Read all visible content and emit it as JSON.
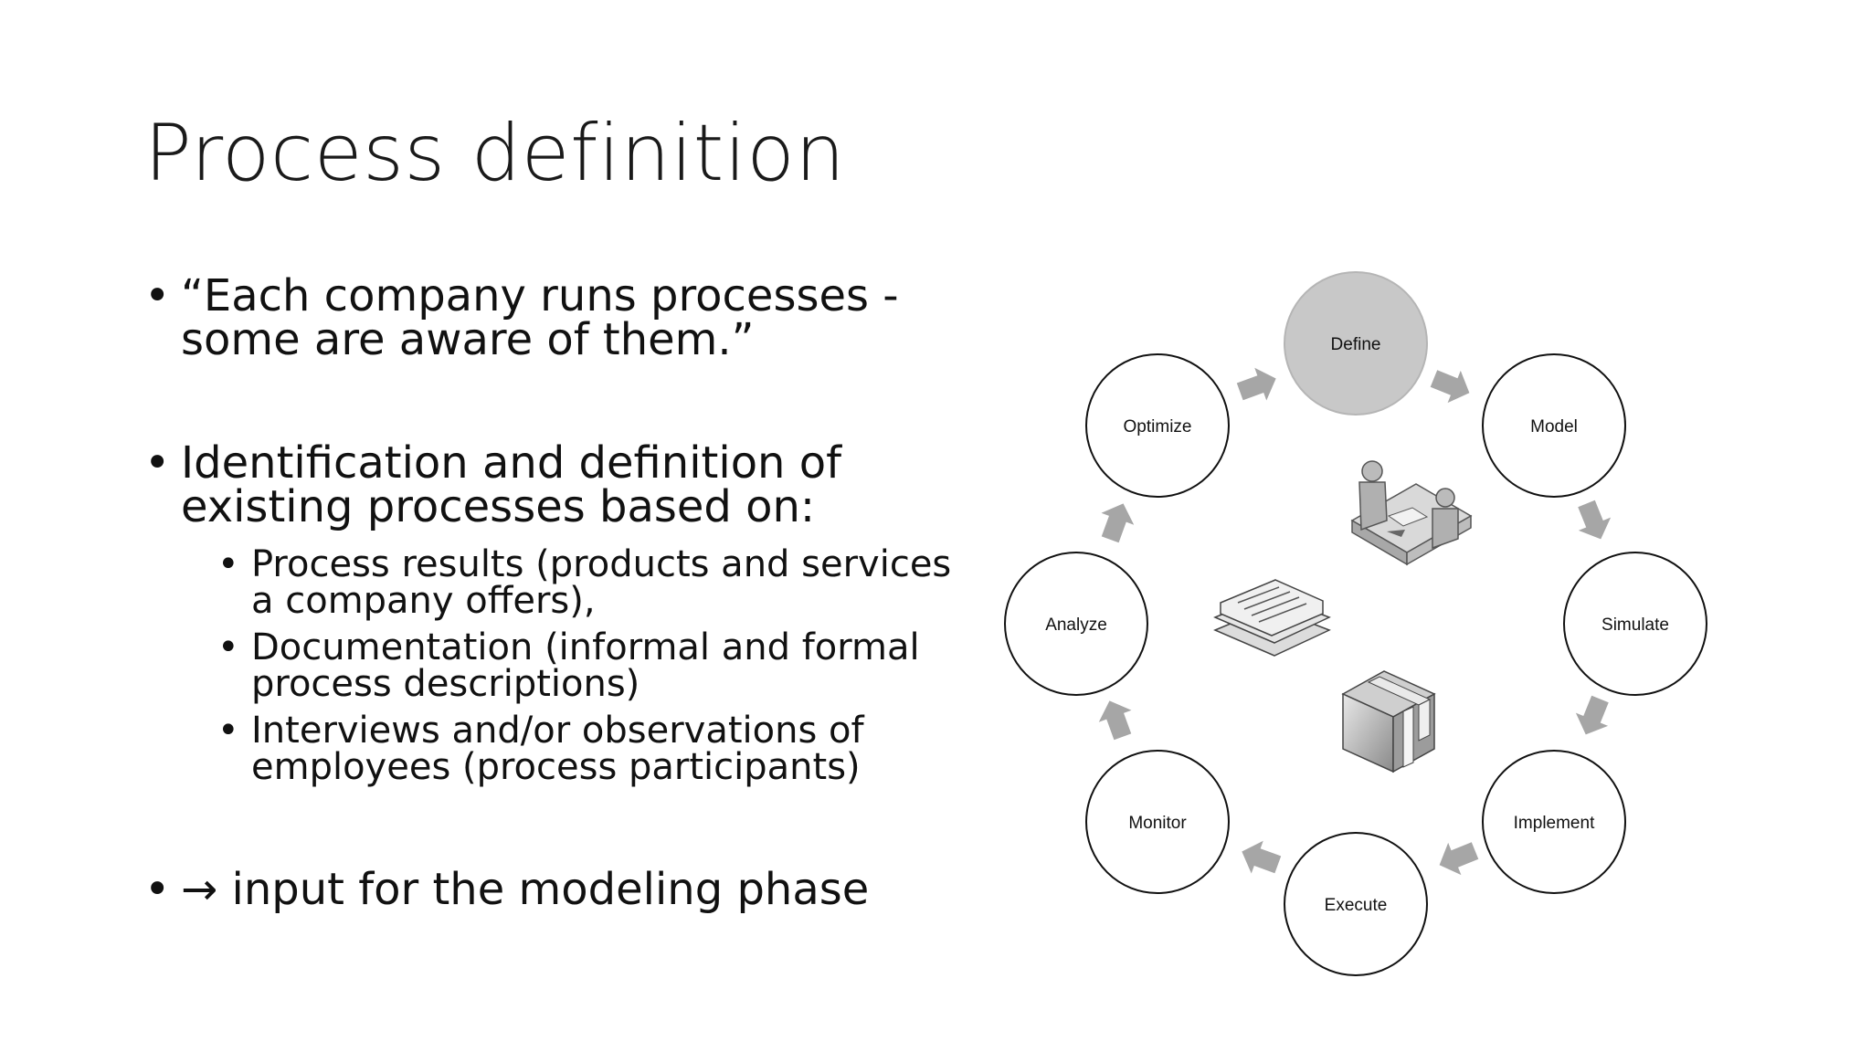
{
  "slide": {
    "title": "Process definition",
    "bullets": [
      {
        "line1": "“Each company runs processes -",
        "line2": "some are aware of them.”"
      },
      {
        "line1": "Identification and definition of",
        "line2": "existing processes based on:"
      },
      {
        "line1": "→ input for the modeling phase"
      }
    ],
    "sub_bullets": [
      {
        "line1": "Process results (products and services",
        "line2": "a company offers),"
      },
      {
        "line1": "Documentation (informal and formal",
        "line2": "process descriptions)"
      },
      {
        "line1": "Interviews and/or observations of",
        "line2": "employees (process participants)"
      }
    ],
    "bullet_char": "•"
  },
  "diagram": {
    "nodes": [
      "Define",
      "Model",
      "Simulate",
      "Implement",
      "Execute",
      "Monitor",
      "Analyze",
      "Optimize"
    ],
    "highlighted_node": "Define",
    "highlight_color": "#c8c8c8",
    "center_icons": [
      "people-meeting-icon",
      "documents-stack-icon",
      "package-box-icon"
    ]
  }
}
